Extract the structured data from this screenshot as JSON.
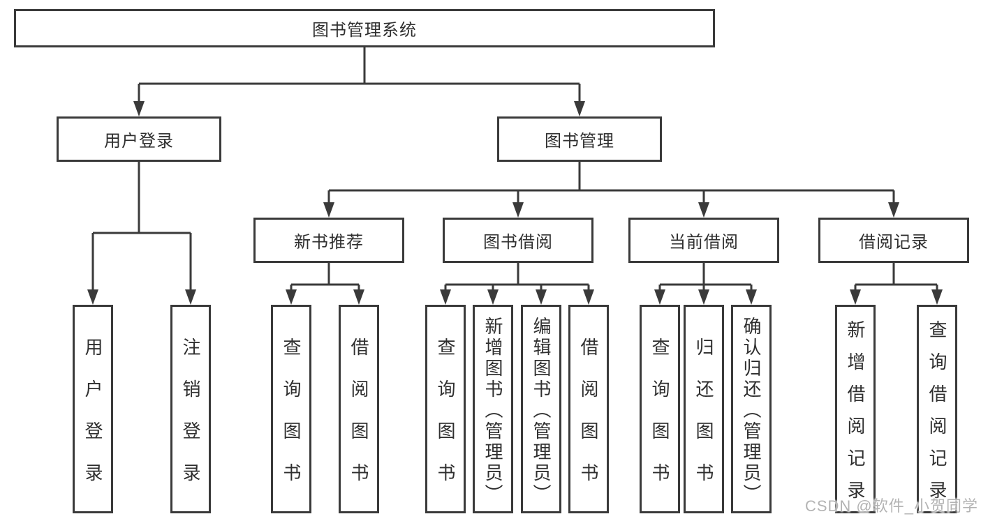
{
  "colors": {
    "background": "#ffffff",
    "line": "#3a3a3a",
    "box_bg": "#ffffff",
    "text": "#2f2f2f",
    "watermark": "#b3b3b3"
  },
  "watermark": {
    "text": "CSDN @软件_小贺同学"
  },
  "tree": {
    "root": {
      "label": "图书管理系统",
      "children": [
        {
          "label": "用户登录",
          "children": [
            {
              "label": "用户登录"
            },
            {
              "label": "注销登录"
            }
          ]
        },
        {
          "label": "图书管理",
          "children": [
            {
              "label": "新书推荐",
              "children": [
                {
                  "label": "查询图书"
                },
                {
                  "label": "借阅图书"
                }
              ]
            },
            {
              "label": "图书借阅",
              "children": [
                {
                  "label": "查询图书"
                },
                {
                  "label": "新增图书（管理员）"
                },
                {
                  "label": "编辑图书（管理员）"
                },
                {
                  "label": "借阅图书"
                }
              ]
            },
            {
              "label": "当前借阅",
              "children": [
                {
                  "label": "查询图书"
                },
                {
                  "label": "归还图书"
                },
                {
                  "label": "确认归还（管理员）"
                }
              ]
            },
            {
              "label": "借阅记录",
              "children": [
                {
                  "label": "新增借阅记录"
                },
                {
                  "label": "查询借阅记录"
                }
              ]
            }
          ]
        }
      ]
    }
  }
}
